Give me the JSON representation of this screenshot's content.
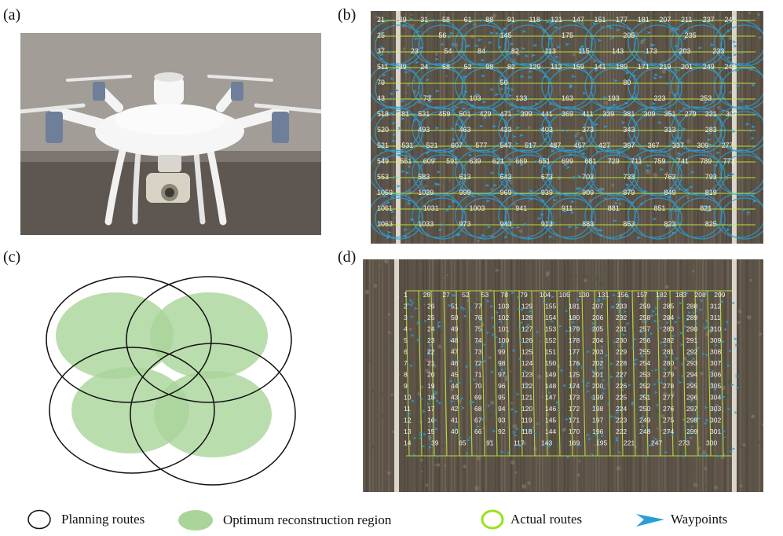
{
  "panels": {
    "a": {
      "label": "(a)"
    },
    "b": {
      "label": "(b)",
      "colors": {
        "route": "#c8f03a",
        "waypoint": "#2a9fd6",
        "number": "#f2f2f2"
      },
      "row_numbers": [
        [
          "21",
          "29",
          "31",
          "58",
          "61",
          "88",
          "91",
          "118",
          "121",
          "147",
          "151",
          "177",
          "181",
          "207",
          "211",
          "237",
          "241"
        ],
        [
          "25",
          "56",
          "145",
          "175",
          "205",
          "235"
        ],
        [
          "37",
          "23",
          "54",
          "84",
          "82",
          "113",
          "115",
          "143",
          "173",
          "203",
          "233"
        ],
        [
          "511",
          "39",
          "24",
          "68",
          "52",
          "98",
          "82",
          "129",
          "113",
          "159",
          "141",
          "189",
          "171",
          "219",
          "201",
          "249",
          "241"
        ],
        [
          "79",
          "50",
          "80"
        ],
        [
          "43",
          "73",
          "103",
          "133",
          "163",
          "193",
          "223",
          "253"
        ],
        [
          "518",
          "481",
          "531",
          "459",
          "501",
          "429",
          "471",
          "399",
          "441",
          "369",
          "411",
          "339",
          "381",
          "309",
          "351",
          "279",
          "321",
          "307"
        ],
        [
          "520",
          "493",
          "463",
          "433",
          "403",
          "373",
          "343",
          "313",
          "283"
        ],
        [
          "521",
          "531",
          "521",
          "607",
          "577",
          "547",
          "517",
          "487",
          "457",
          "427",
          "397",
          "367",
          "337",
          "309",
          "277"
        ],
        [
          "549",
          "561",
          "609",
          "591",
          "639",
          "621",
          "669",
          "651",
          "699",
          "681",
          "729",
          "711",
          "759",
          "741",
          "789",
          "771"
        ],
        [
          "553",
          "583",
          "613",
          "643",
          "673",
          "703",
          "733",
          "763",
          "793"
        ],
        [
          "1059",
          "1029",
          "999",
          "969",
          "939",
          "909",
          "879",
          "849",
          "819"
        ],
        [
          "1061",
          "1031",
          "1003",
          "941",
          "911",
          "881",
          "851",
          "821"
        ],
        [
          "1063",
          "1033",
          "973",
          "943",
          "913",
          "883",
          "853",
          "823",
          "825"
        ]
      ]
    },
    "c": {
      "label": "(c)",
      "colors": {
        "circle": "#111111",
        "region": "#a9d49a"
      }
    },
    "d": {
      "label": "(d)",
      "row_numbers": [
        [
          "1",
          "28",
          "27",
          "52",
          "53",
          "78",
          "79",
          "104",
          "105",
          "130",
          "131",
          "156",
          "157",
          "182",
          "183",
          "208",
          "209"
        ],
        [
          "2",
          "26",
          "51",
          "77",
          "103",
          "129",
          "155",
          "181",
          "207",
          "233",
          "259",
          "285",
          "288",
          "312"
        ],
        [
          "3",
          "25",
          "50",
          "76",
          "102",
          "128",
          "154",
          "180",
          "206",
          "232",
          "258",
          "284",
          "289",
          "311"
        ],
        [
          "4",
          "24",
          "49",
          "75",
          "101",
          "127",
          "153",
          "179",
          "205",
          "231",
          "257",
          "283",
          "290",
          "310"
        ],
        [
          "5",
          "23",
          "48",
          "74",
          "100",
          "126",
          "152",
          "178",
          "204",
          "230",
          "256",
          "282",
          "291",
          "309"
        ],
        [
          "6",
          "22",
          "47",
          "73",
          "99",
          "125",
          "151",
          "177",
          "203",
          "229",
          "255",
          "281",
          "292",
          "308"
        ],
        [
          "7",
          "21",
          "46",
          "72",
          "98",
          "124",
          "150",
          "176",
          "202",
          "228",
          "254",
          "280",
          "293",
          "307"
        ],
        [
          "8",
          "20",
          "45",
          "71",
          "97",
          "123",
          "149",
          "175",
          "201",
          "227",
          "253",
          "279",
          "294",
          "306"
        ],
        [
          "9",
          "19",
          "44",
          "70",
          "96",
          "122",
          "148",
          "174",
          "200",
          "226",
          "252",
          "278",
          "295",
          "305"
        ],
        [
          "10",
          "18",
          "43",
          "69",
          "95",
          "121",
          "147",
          "173",
          "199",
          "225",
          "251",
          "277",
          "296",
          "304"
        ],
        [
          "11",
          "17",
          "42",
          "68",
          "94",
          "120",
          "146",
          "172",
          "198",
          "224",
          "250",
          "276",
          "297",
          "303"
        ],
        [
          "12",
          "16",
          "41",
          "67",
          "93",
          "119",
          "145",
          "171",
          "197",
          "223",
          "249",
          "275",
          "298",
          "302"
        ],
        [
          "13",
          "15",
          "40",
          "66",
          "92",
          "118",
          "144",
          "170",
          "196",
          "222",
          "248",
          "274",
          "299",
          "301"
        ],
        [
          "14",
          "39",
          "65",
          "91",
          "117",
          "143",
          "169",
          "195",
          "221",
          "247",
          "273",
          "300"
        ]
      ]
    }
  },
  "legend": {
    "planning": {
      "label": "Planning routes",
      "icon": "circle-outline-icon",
      "color": "#111111"
    },
    "optimum": {
      "label": "Optimum reconstruction region",
      "icon": "filled-ellipse-icon",
      "color": "#a9d49a"
    },
    "actual": {
      "label": "Actual routes",
      "icon": "green-ring-icon",
      "color": "#9be21c"
    },
    "waypoints": {
      "label": "Waypoints",
      "icon": "arrowhead-icon",
      "color": "#2a9fd6"
    }
  }
}
